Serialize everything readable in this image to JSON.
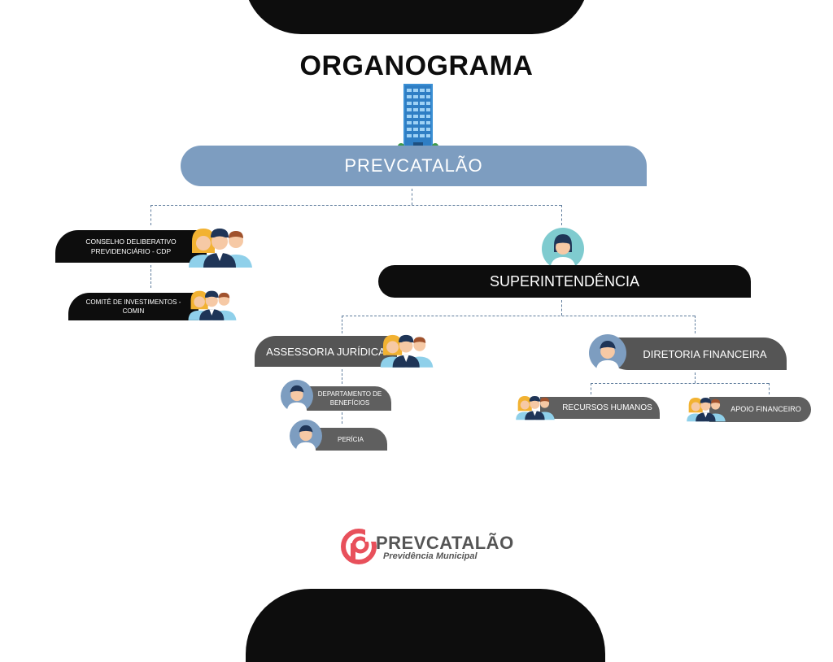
{
  "title": "ORGANOGRAMA",
  "root": {
    "label": "PREVCATALÃO"
  },
  "nodes": {
    "conselho": "CONSELHO DELIBERATIVO PREVIDENCIÁRIO - CDP",
    "comite": "COMITÊ DE INVESTIMENTOS - COMIN",
    "superintendencia": "SUPERINTENDÊNCIA",
    "assessoria": "ASSESSORIA JURÍDICA",
    "departamento": "DEPARTAMENTO DE BENEFÍCIOS",
    "pericia": "PERÍCIA",
    "diretoria": "DIRETORIA FINANCEIRA",
    "rh": "RECURSOS HUMANOS",
    "apoio": "APOIO FINANCEIRO"
  },
  "logo": {
    "name": "PREVCATALÃO",
    "subtitle": "Previdência Municipal"
  },
  "colors": {
    "root": "#7d9dc0",
    "black": "#0d0d0d",
    "grey": "#555555",
    "brand": "#e8505b"
  }
}
